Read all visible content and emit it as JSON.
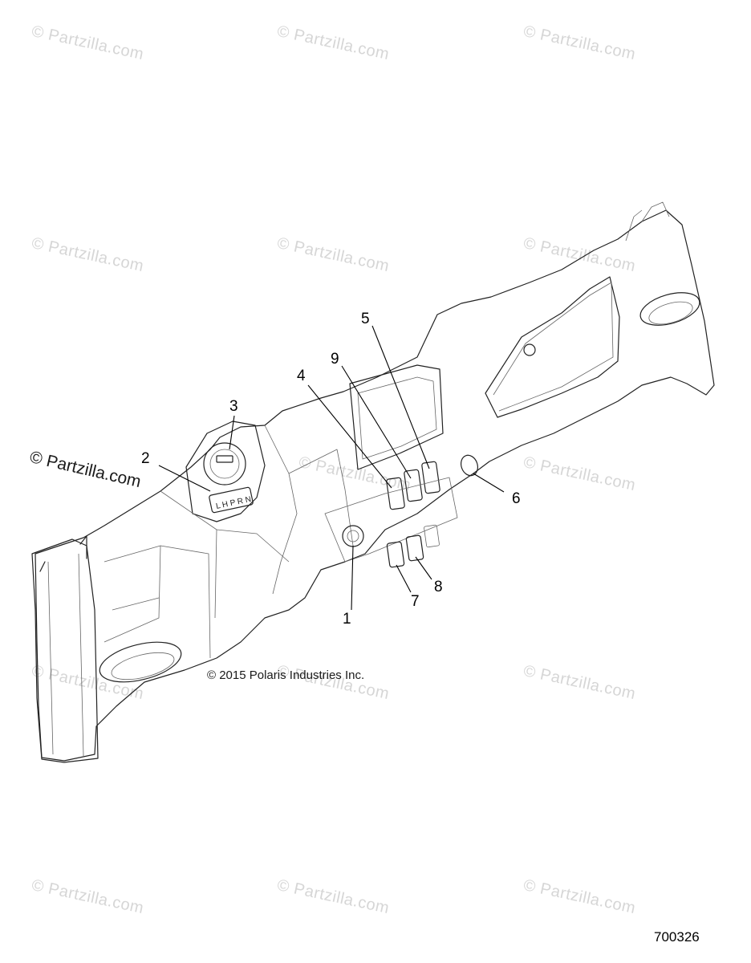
{
  "watermarks": [
    "© Partzilla.com",
    "© Partzilla.com",
    "© Partzilla.com",
    "© Partzilla.com",
    "© Partzilla.com",
    "© Partzilla.com",
    "© Partzilla.com",
    "© Partzilla.com",
    "© Partzilla.com",
    "© Partzilla.com",
    "© Partzilla.com",
    "© Partzilla.com",
    "© Partzilla.com",
    "© Partzilla.com"
  ],
  "watermark_main": "© Partzilla.com",
  "callouts": [
    "1",
    "2",
    "3",
    "4",
    "5",
    "6",
    "7",
    "8",
    "9"
  ],
  "copyright": "© 2015 Polaris Industries Inc.",
  "reference_number": "700326"
}
